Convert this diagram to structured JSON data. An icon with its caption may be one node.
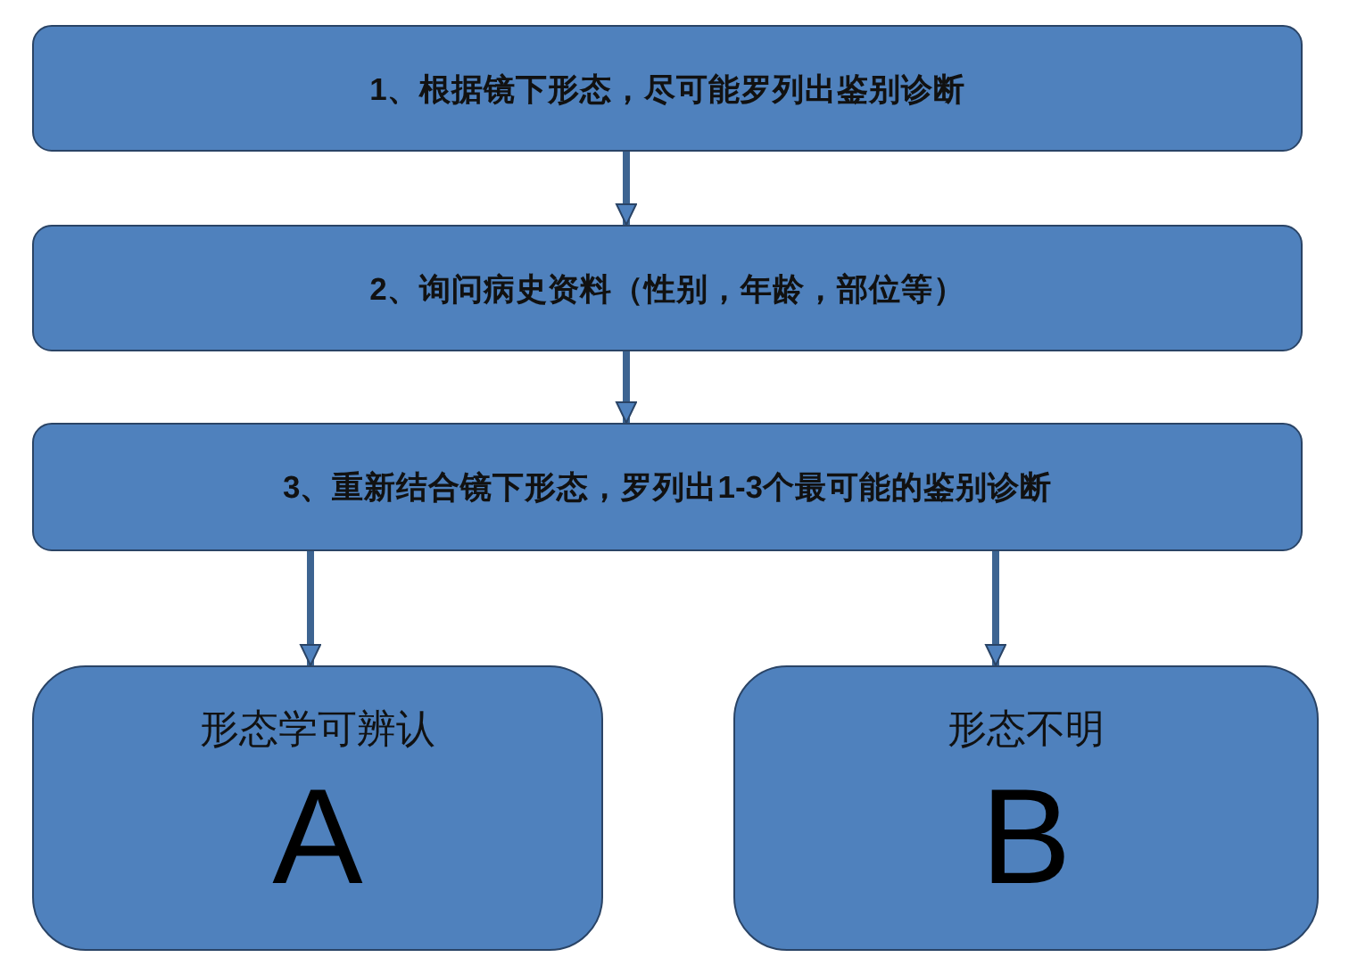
{
  "diagram": {
    "nodes": [
      {
        "text": [
          "1、根据镜下形态，尽可能罗列出鉴别诊断"
        ]
      },
      {
        "text": [
          "2、询问病史资料（性别，年龄，部位等）"
        ]
      },
      {
        "text": [
          "3、重新结合镜下形态，罗列出1-3个最可能的鉴别诊断"
        ]
      },
      {
        "text": [
          "形态学可辨认",
          "A"
        ]
      },
      {
        "text": [
          "形态不明",
          "B"
        ]
      }
    ],
    "edges": [
      {
        "from": 0,
        "to": 1,
        "arrow": "to"
      },
      {
        "from": 1,
        "to": 2,
        "arrow": "to"
      },
      {
        "from": 2,
        "to": 3,
        "arrow": "to"
      },
      {
        "from": 2,
        "to": 4,
        "arrow": "to"
      }
    ]
  }
}
